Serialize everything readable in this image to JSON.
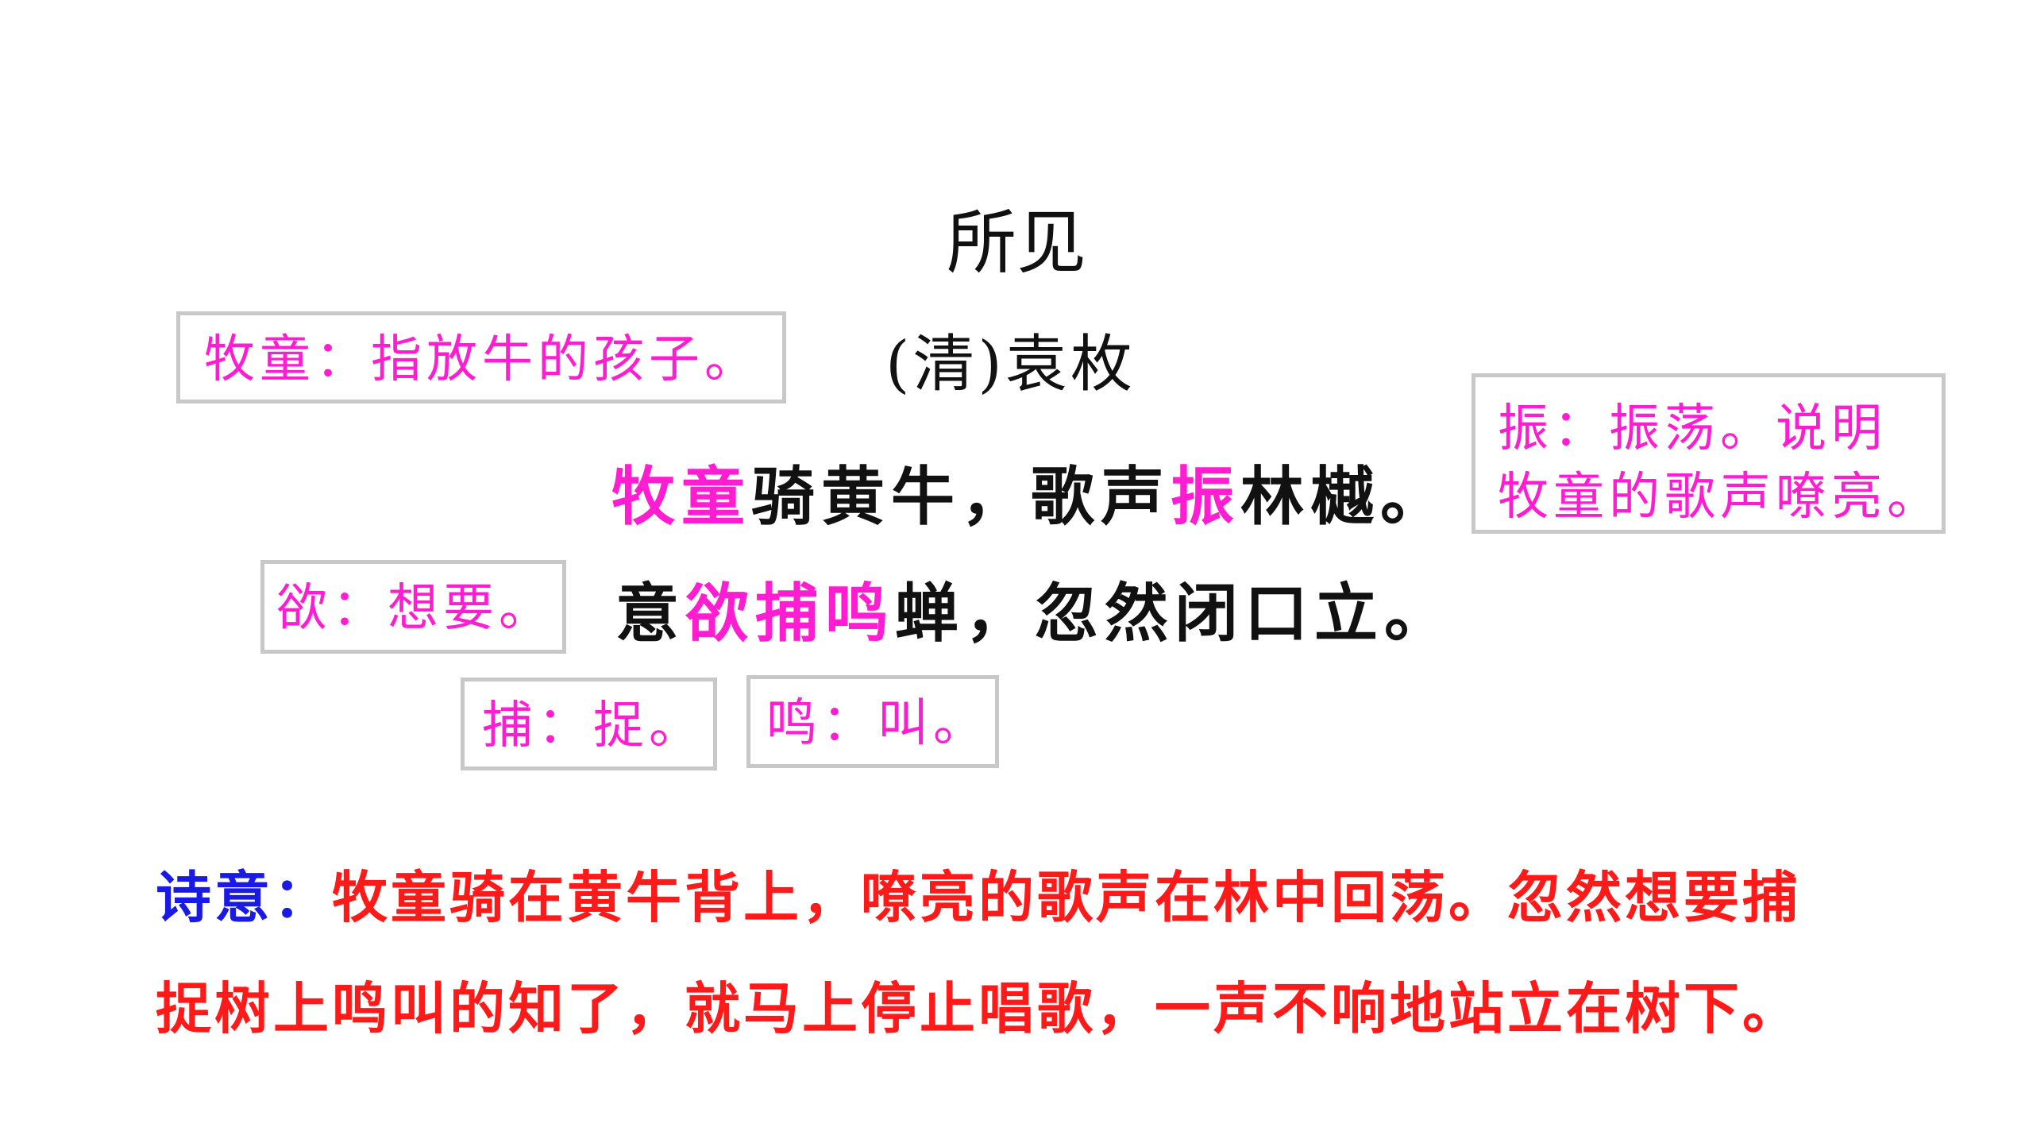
{
  "poem": {
    "title": "所见",
    "author": "(清)袁枚",
    "line1": {
      "hl1": "牧童",
      "t1": "骑黄牛，歌声",
      "hl2": "振",
      "t2": "林樾。"
    },
    "line2": {
      "t1": "意",
      "hl1": "欲捕鸣",
      "t2": "蝉，忽然闭口立。"
    }
  },
  "notes": {
    "mutong": "牧童：指放牛的孩子。",
    "zhen_line1": "振：振荡。说明",
    "zhen_line2": "牧童的歌声嘹亮。",
    "yu": "欲：想要。",
    "bu": "捕：捉。",
    "ming": "鸣：叫。"
  },
  "meaning": {
    "label": "诗意：",
    "row1": "牧童骑在黄牛背上，嘹亮的歌声在林中回荡。忽然想要捕",
    "row2": "捉树上鸣叫的知了，就马上停止唱歌，一声不响地站立在树下。"
  },
  "colors": {
    "highlight": "#ff1dd2",
    "label_blue": "#1a1ae6",
    "meaning_red": "#ff1a1a",
    "box_border": "#c8c8c8"
  }
}
